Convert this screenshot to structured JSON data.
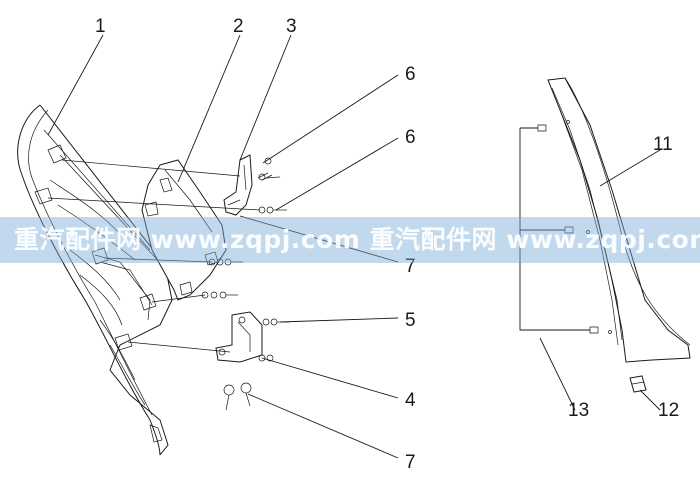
{
  "watermark": {
    "text": "重汽配件网  www.zqpj.com  重汽配件网  www.zqpj.com"
  },
  "callouts": {
    "c1": "1",
    "c2": "2",
    "c3": "3",
    "c6a": "6",
    "c6b": "6",
    "c7a": "7",
    "c5": "5",
    "c4": "4",
    "c7b": "7",
    "c11": "11",
    "c13": "13",
    "c12": "12"
  },
  "colors": {
    "line": "#1a1a1a",
    "background": "#ffffff",
    "watermark_band": "#78aad7"
  }
}
